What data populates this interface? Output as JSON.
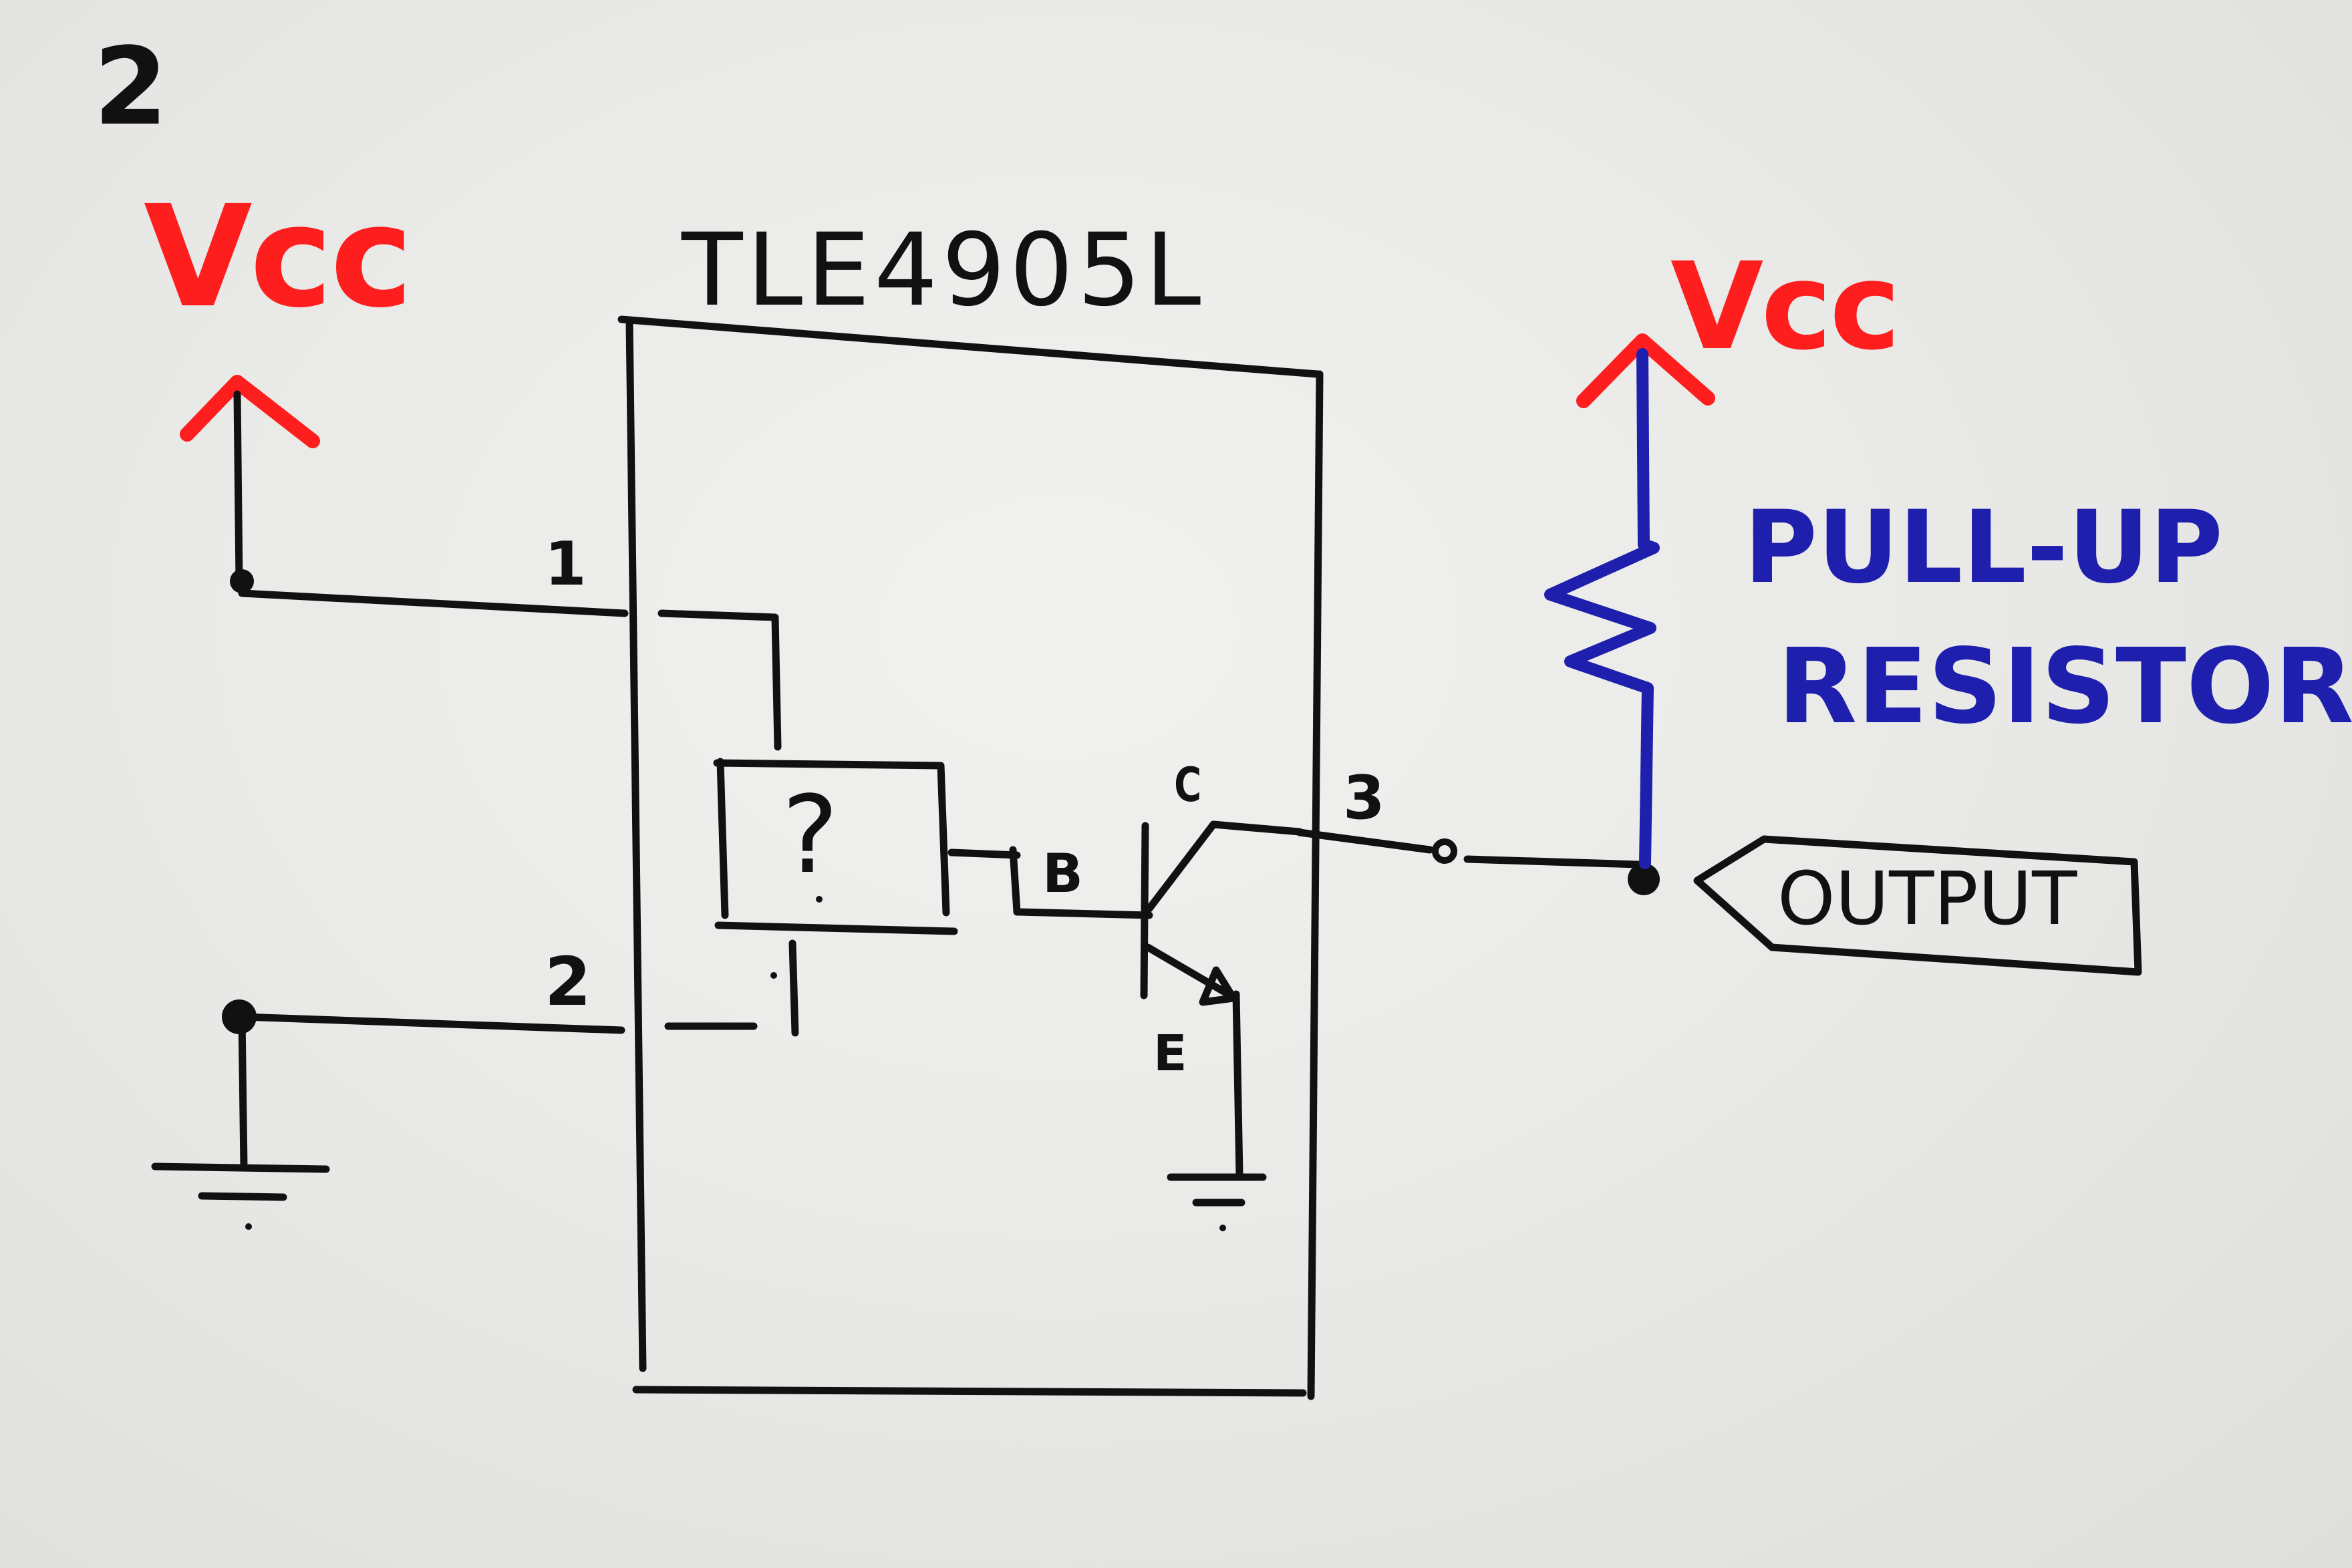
{
  "page_number": "2",
  "chip": {
    "name": "TLE4905L",
    "unknown_block": "?"
  },
  "power": {
    "left_supply": "Vcc",
    "right_supply": "Vcc"
  },
  "pins": {
    "pin1": "1",
    "pin2": "2",
    "pin3": "3"
  },
  "transistor": {
    "collector": "C",
    "base": "B",
    "emitter": "E"
  },
  "resistor": {
    "line1": "PULL-UP",
    "line2": "RESISTOR"
  },
  "output": {
    "label": "OUTPUT"
  },
  "colors": {
    "black_ink": "#111111",
    "red_ink": "#ff1e1e",
    "blue_ink": "#1f1fae",
    "whiteboard": "#e9e9e7"
  }
}
